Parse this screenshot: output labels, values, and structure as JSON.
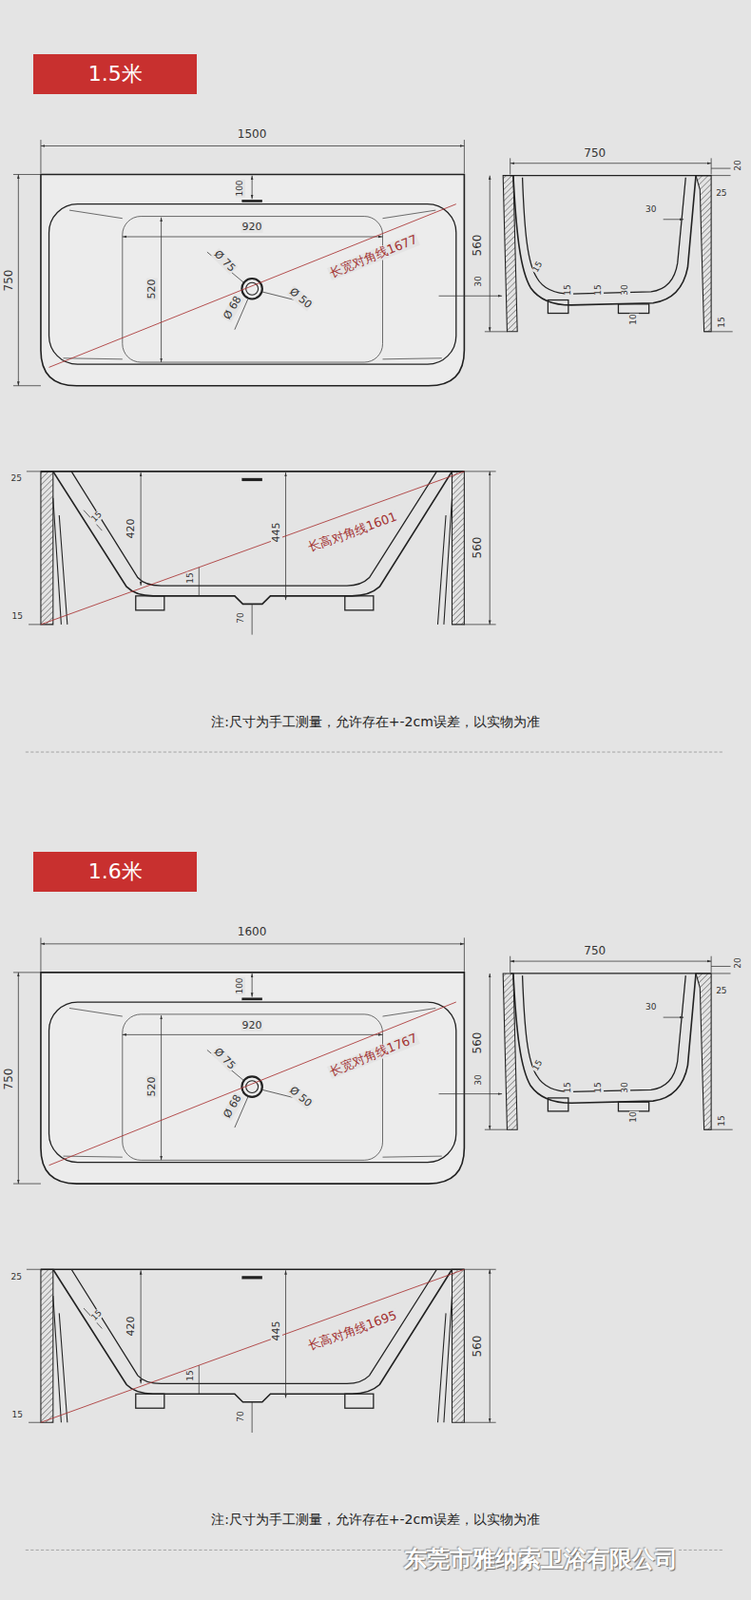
{
  "diagram": {
    "nodes": [
      {
        "text": [
          "1.5米"
        ]
      },
      {
        "text": [
          "1.6米"
        ]
      }
    ],
    "labels": [
      "1500",
      "750",
      "100",
      "920",
      "520",
      "Ø 75",
      "Ø 68",
      "Ø 50",
      "长宽对角线1677",
      "750",
      "20",
      "25",
      "560",
      "30",
      "30",
      "15",
      "15",
      "15",
      "30",
      "10",
      "15",
      "25",
      "15",
      "420",
      "445",
      "15",
      "560",
      "70",
      "15",
      "长高对角线1601",
      "注:尺寸为手工测量，允许存在+-2cm误差，以实物为准",
      "1600",
      "750",
      "100",
      "920",
      "520",
      "Ø 75",
      "Ø 68",
      "Ø 50",
      "长宽对角线1767",
      "750",
      "20",
      "25",
      "560",
      "30",
      "30",
      "15",
      "15",
      "15",
      "30",
      "10",
      "15",
      "25",
      "15",
      "420",
      "445",
      "15",
      "560",
      "70",
      "15",
      "长高对角线1695",
      "注:尺寸为手工测量，允许存在+-2cm误差，以实物为准",
      "东莞市雅纳索卫浴有限公司"
    ]
  }
}
